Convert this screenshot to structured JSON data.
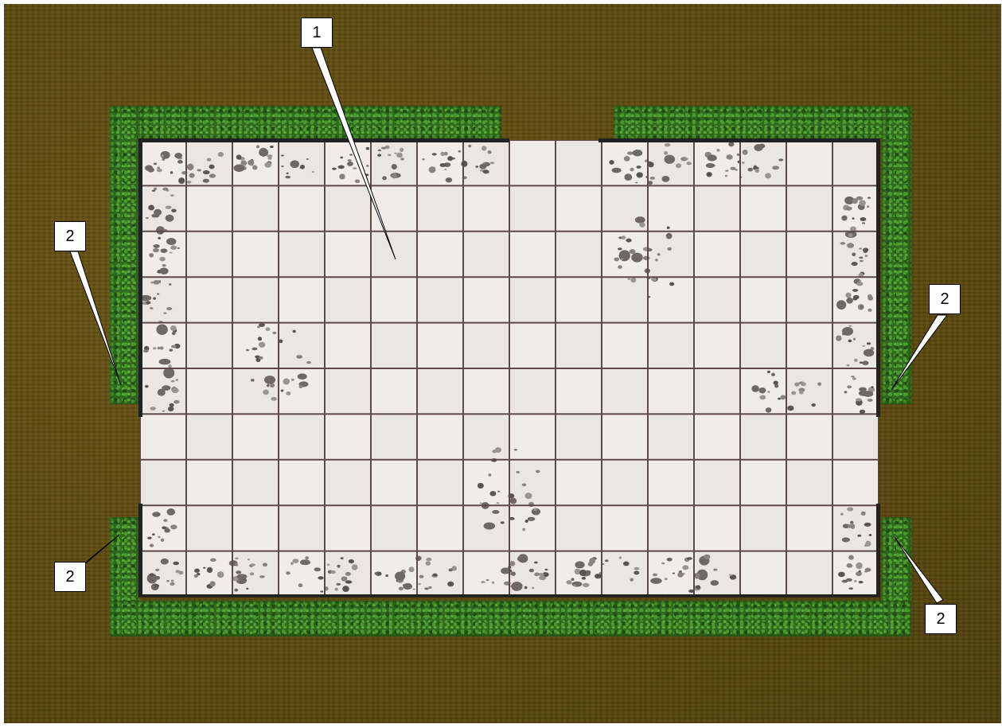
{
  "map": {
    "floor_color": "#efe9e6",
    "grid_line_color": "#5c4a48",
    "hedge_color": "#2f6a1f",
    "ground_color": "#5e4c0f",
    "grid_columns": 16,
    "grid_rows": 10
  },
  "callouts": [
    {
      "id": "callout-1",
      "label": "1",
      "meaning": "floor"
    },
    {
      "id": "callout-2a",
      "label": "2"
    },
    {
      "id": "callout-2b",
      "label": "2"
    },
    {
      "id": "callout-2c",
      "label": "2"
    },
    {
      "id": "callout-2d",
      "label": "2"
    }
  ]
}
